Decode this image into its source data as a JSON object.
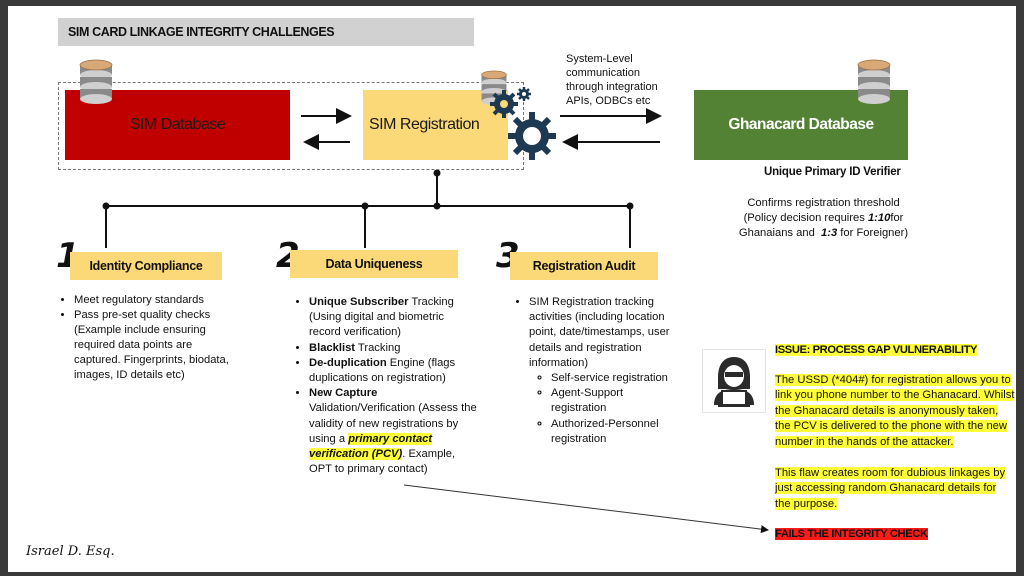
{
  "title": "SIM CARD LINKAGE INTEGRITY CHALLENGES",
  "boxes": {
    "sim_database": "SIM Database",
    "sim_registration": "SIM Registration",
    "ghanacard_database": "Ghanacard Database"
  },
  "system_note": [
    "System-Level",
    "communication",
    "through integration",
    "APIs, ODBCs etc"
  ],
  "verifier": {
    "title": "Unique Primary ID Verifier",
    "line1": "Confirms registration threshold",
    "line2_pre": "(Policy decision requires ",
    "ratio_ghana": "1:10",
    "line2_post": "for",
    "line3_pre": "Ghanaians and  ",
    "ratio_foreign": "1:3",
    "line3_post": " for Foreigner)"
  },
  "pillars": [
    {
      "number": "1",
      "label": "Identity Compliance",
      "bullets": [
        "Meet regulatory standards",
        "Pass pre-set quality checks (Example include ensuring required data points are captured. Fingerprints, biodata, images, ID details etc)"
      ]
    },
    {
      "number": "2",
      "label": "Data Uniqueness",
      "b1_bold": "Unique Subscriber",
      "b1_rest": " Tracking (Using digital and biometric record verification)",
      "b2_bold": "Blacklist",
      "b2_rest": " Tracking",
      "b3_bold": "De-duplication",
      "b3_rest": " Engine (flags duplications on registration)",
      "b4_bold": "New Capture",
      "b4_rest": " Validation/Verification (Assess the validity of new registrations by using a ",
      "b4_pcv": "primary contact verification (PCV)",
      "b4_tail": ". Example, OPT to primary contact)"
    },
    {
      "number": "3",
      "label": "Registration Audit",
      "bullet": "SIM Registration tracking activities (including location point, date/timestamps, user details and registration information)",
      "sub": [
        "Self-service registration",
        "Agent-Support registration",
        "Authorized-Personnel registration"
      ]
    }
  ],
  "issue": {
    "heading": "ISSUE: PROCESS GAP VULNERABILITY",
    "para1": "The USSD (*404#) for registration allows you to link you phone number to the Ghanacard. Whilst the Ghanacard details is anonymously taken, the PCV is delivered to the phone with the new number in the hands of the attacker.",
    "para2": "This flaw creates room for dubious linkages by just accessing random Ghanacard details for the purpose.",
    "verdict": "FAILS THE INTEGRITY CHECK"
  },
  "signature": "Israel D. Esq.",
  "colors": {
    "sim_database": "#c00000",
    "sim_registration": "#fbd978",
    "ghanacard_database": "#548235",
    "highlight": "#ffff3a",
    "fail": "#ff1a1a",
    "gear": "#1e3a52"
  },
  "icons": [
    "database-icon",
    "gear-icon",
    "hacker-icon"
  ]
}
